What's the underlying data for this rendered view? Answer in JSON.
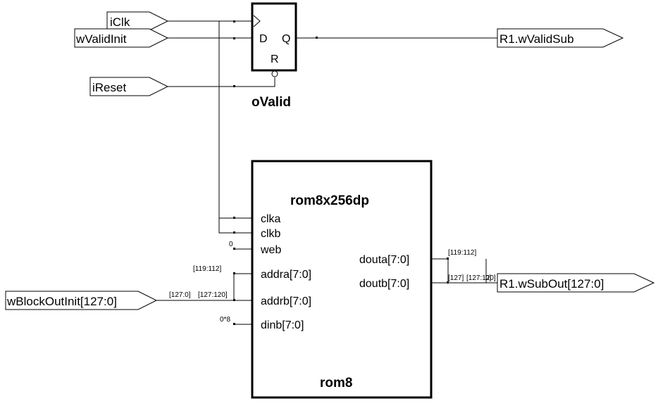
{
  "inputs": {
    "clk": "iClk",
    "valid_init": "wValidInit",
    "reset": "iReset",
    "block_out_init": "wBlockOutInit[127:0]"
  },
  "outputs": {
    "valid_sub": "R1.wValidSub",
    "sub_out": "R1.wSubOut[127:0]"
  },
  "flipflop": {
    "name": "oValid",
    "d": "D",
    "q": "Q",
    "r": "R"
  },
  "rom": {
    "type": "rom8x256dp",
    "instance": "rom8",
    "pins_left": [
      "clka",
      "clkb",
      "web",
      "addra[7:0]",
      "addrb[7:0]",
      "dinb[7:0]"
    ],
    "pins_right": [
      "douta[7:0]",
      "doutb[7:0]"
    ]
  },
  "bus_labels": {
    "web_const": "0",
    "addra_slice": "[119:112]",
    "bus_in_full": "[127:0]",
    "addrb_slice": "[127:120]",
    "dinb_const": "0*8",
    "douta_slice": "[119:112]",
    "doutb_full": "[127:120]",
    "doutb_bits": "[127]",
    "doutb_zero": "0]"
  }
}
